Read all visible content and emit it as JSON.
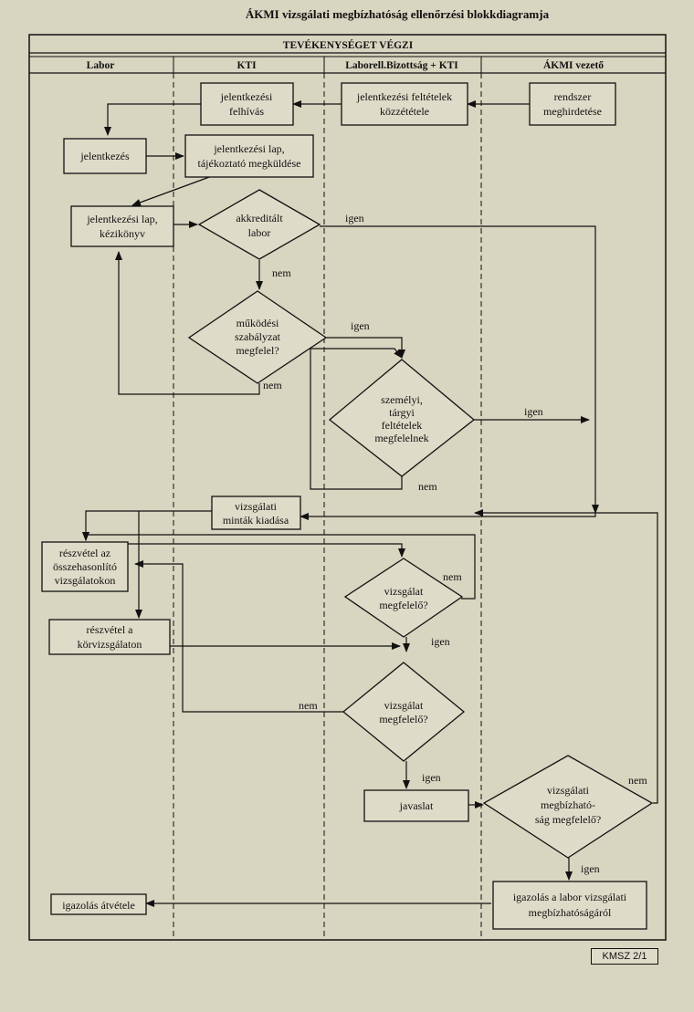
{
  "title": "ÁKMI vizsgálati megbízhatóság ellenőrzési blokkdiagramja",
  "header": "TEVÉKENYSÉGET VÉGZI",
  "lanes": [
    "Labor",
    "KTI",
    "Laborell.Bizottság + KTI",
    "ÁKMI vezető"
  ],
  "boxes": {
    "rendszer": [
      "rendszer",
      "meghirdetése"
    ],
    "feltetelek": [
      "jelentkezési feltételek",
      "közzététele"
    ],
    "felhivas": [
      "jelentkezési",
      "felhívás"
    ],
    "jelentkezes": [
      "jelentkezés"
    ],
    "lap_megkuldes": [
      "jelentkezési lap,",
      "tájékoztató megküldése"
    ],
    "lap_kezikonyv": [
      "jelentkezési lap,",
      "kézikönyv"
    ],
    "mintak": [
      "vizsgálati",
      "minták kiadása"
    ],
    "osszehasonlito": [
      "részvétel az",
      "összehasonlító",
      "vizsgálatokon"
    ],
    "korvizsgalat": [
      "részvétel a",
      "körvizsgálaton"
    ],
    "javaslat": [
      "javaslat"
    ],
    "igazolas": [
      "igazolás a labor vizsgálati",
      "megbízhatóságáról"
    ],
    "atvetel": [
      "igazolás átvétele"
    ]
  },
  "decisions": {
    "akkreditalt": [
      "akkreditált",
      "labor"
    ],
    "mukodesi": [
      "működési",
      "szabályzat",
      "megfelel?"
    ],
    "szemelyi": [
      "személyi,",
      "tárgyi",
      "feltételek",
      "megfelelnek"
    ],
    "vizsgalat1": [
      "vizsgálat",
      "megfelelő?"
    ],
    "vizsgalat2": [
      "vizsgálat",
      "megfelelő?"
    ],
    "megbizhatosag": [
      "vizsgálati",
      "megbízható-",
      "ság megfelelő?"
    ]
  },
  "branch_labels": {
    "igen": "igen",
    "nem": "nem"
  },
  "code": "KMSZ 2/1"
}
